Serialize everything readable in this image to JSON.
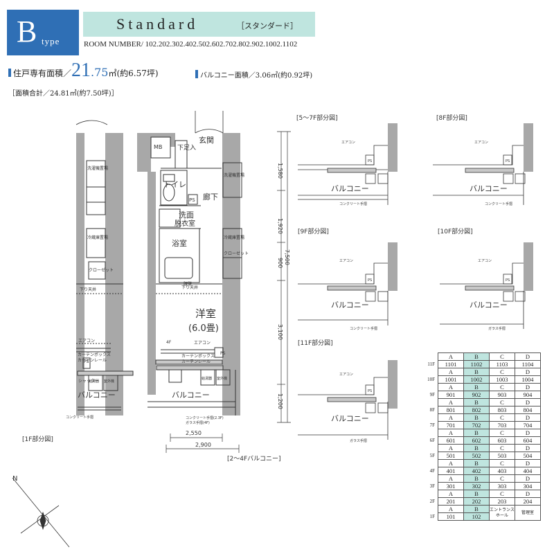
{
  "header": {
    "type_letter": "B",
    "type_word": "type",
    "title": "Standard",
    "title_sub": "［スタンダード］",
    "room_numbers": "ROOM NUMBER/ 102.202.302.402.502.602.702.802.902.1002.1102"
  },
  "area": {
    "label": "住戸専有面積／",
    "value_big": "21",
    "value_small": ".75",
    "unit": "㎡",
    "tsubo": "(約6.57坪)",
    "balcony": "バルコニー面積／3.06㎡(約0.92坪)",
    "total": "［面積合計／24.81㎡(約7.50坪)］"
  },
  "plan": {
    "mb": "MB",
    "genkan": "玄関",
    "shitaashi": "下足入",
    "toilet": "トイレ",
    "ps": "PS",
    "rouka": "廊下",
    "senmen": "洗面",
    "datsui": "脱衣室",
    "yokushitsu": "浴室",
    "youshitsu": "洋室",
    "jou": "(6.0畳)",
    "aircon": "エアコン",
    "curtain_box": "カーテンボックス",
    "curtain_rail": "カーテンレール",
    "outdoor_unit": "室外機",
    "water_heater": "給湯器",
    "balcony": "バルコニー",
    "concrete_rail": "コンクリート手摺",
    "glass_rail": "ガラス手摺",
    "glass_rail_4f": "ガラス手摺(4F)",
    "concrete_rail_23f": "コンクリート手摺(2.3F)",
    "shutter": "シャッター",
    "koshi": "腰壁",
    "sagari": "下り天井",
    "fridge": "冷蔵庫置場",
    "washer": "洗濯機置場",
    "closet": "クローゼット",
    "floor_1f": "1F",
    "floor_4f": "4F",
    "label_1f": "[1F部分図]",
    "label_24f": "[2～4Fバルコニー]",
    "dim_1580": "1,580",
    "dim_1920": "1,920",
    "dim_900": "900",
    "dim_7500": "7,500",
    "dim_3100": "3,100",
    "dim_1200": "1,200",
    "dim_2550": "2,550",
    "dim_2900": "2,900"
  },
  "partials": [
    {
      "label": "[5～7F部分図]"
    },
    {
      "label": "[8F部分図]"
    },
    {
      "label": "[9F部分図]"
    },
    {
      "label": "[10F部分図]"
    },
    {
      "label": "[11F部分図]"
    }
  ],
  "table": {
    "rows": [
      {
        "floor": "11F",
        "cols": [
          "A",
          "B",
          "C",
          "D"
        ],
        "nums": [
          "1101",
          "1102",
          "1103",
          "1104"
        ]
      },
      {
        "floor": "10F",
        "cols": [
          "A",
          "B",
          "C",
          "D"
        ],
        "nums": [
          "1001",
          "1002",
          "1003",
          "1004"
        ]
      },
      {
        "floor": "9F",
        "cols": [
          "A",
          "B",
          "C",
          "D"
        ],
        "nums": [
          "901",
          "902",
          "903",
          "904"
        ]
      },
      {
        "floor": "8F",
        "cols": [
          "A",
          "B",
          "C",
          "D"
        ],
        "nums": [
          "801",
          "802",
          "803",
          "804"
        ]
      },
      {
        "floor": "7F",
        "cols": [
          "A",
          "B",
          "C",
          "D"
        ],
        "nums": [
          "701",
          "702",
          "703",
          "704"
        ]
      },
      {
        "floor": "6F",
        "cols": [
          "A",
          "B",
          "C",
          "D"
        ],
        "nums": [
          "601",
          "602",
          "603",
          "604"
        ]
      },
      {
        "floor": "5F",
        "cols": [
          "A",
          "B",
          "C",
          "D"
        ],
        "nums": [
          "501",
          "502",
          "503",
          "504"
        ]
      },
      {
        "floor": "4F",
        "cols": [
          "A",
          "B",
          "C",
          "D"
        ],
        "nums": [
          "401",
          "402",
          "403",
          "404"
        ]
      },
      {
        "floor": "3F",
        "cols": [
          "A",
          "B",
          "C",
          "D"
        ],
        "nums": [
          "301",
          "302",
          "303",
          "304"
        ]
      },
      {
        "floor": "2F",
        "cols": [
          "A",
          "B",
          "C",
          "D"
        ],
        "nums": [
          "201",
          "202",
          "203",
          "204"
        ]
      },
      {
        "floor": "1F",
        "cols": [
          "A",
          "B",
          "",
          ""
        ],
        "nums": [
          "101",
          "102",
          "エントランスホール",
          "管理室"
        ]
      }
    ]
  },
  "compass": {
    "north": "N"
  },
  "colors": {
    "accent_blue": "#2f6fb5",
    "highlight_mint": "#bfe5df"
  }
}
